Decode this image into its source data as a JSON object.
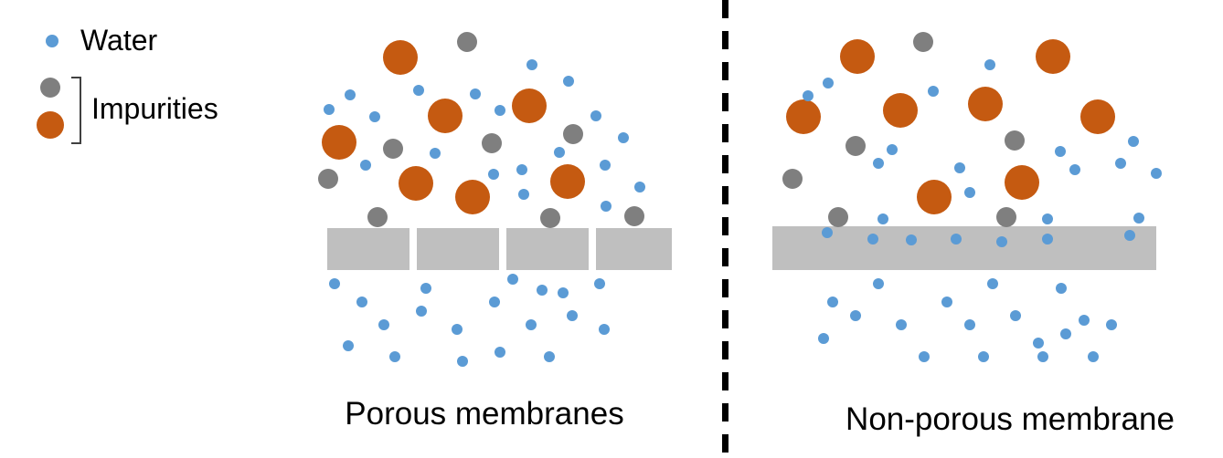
{
  "legend": {
    "water_label": "Water",
    "impurities_label": "Impurities"
  },
  "colors": {
    "water": "#5B9BD5",
    "impurity_small": "#7F7F7F",
    "impurity_large": "#C55A11",
    "membrane": "#BFBFBF",
    "divider": "#000000",
    "text": "#000000"
  },
  "particle_types": {
    "w": {
      "name": "water-particle",
      "color": "#5B9BD5",
      "radius": 6
    },
    "g": {
      "name": "small-impurity-particle",
      "color": "#7F7F7F",
      "radius": 11
    },
    "o": {
      "name": "large-impurity-particle",
      "color": "#C55A11",
      "radius": 19
    }
  },
  "panels": [
    {
      "label": "Porous membranes",
      "membrane": {
        "kind": "porous",
        "name": "porous-membrane-segment",
        "color": "#BFBFBF",
        "rects": [
          [
            358,
            250,
            90,
            46
          ],
          [
            456,
            250,
            90,
            46
          ],
          [
            554,
            250,
            90,
            46
          ],
          [
            652,
            250,
            83,
            46
          ]
        ]
      },
      "particles_above": [
        [
          438,
          63,
          "o"
        ],
        [
          487,
          127,
          "o"
        ],
        [
          579,
          116,
          "o"
        ],
        [
          371,
          156,
          "o"
        ],
        [
          455,
          201,
          "o"
        ],
        [
          517,
          216,
          "o"
        ],
        [
          621,
          199,
          "o"
        ],
        [
          511,
          46,
          "g"
        ],
        [
          430,
          163,
          "g"
        ],
        [
          538,
          157,
          "g"
        ],
        [
          627,
          147,
          "g"
        ],
        [
          359,
          196,
          "g"
        ],
        [
          413,
          238,
          "g"
        ],
        [
          602,
          239,
          "g"
        ],
        [
          694,
          237,
          "g"
        ],
        [
          360,
          120,
          "w"
        ],
        [
          383,
          104,
          "w"
        ],
        [
          410,
          128,
          "w"
        ],
        [
          458,
          99,
          "w"
        ],
        [
          520,
          103,
          "w"
        ],
        [
          547,
          121,
          "w"
        ],
        [
          582,
          71,
          "w"
        ],
        [
          622,
          89,
          "w"
        ],
        [
          652,
          127,
          "w"
        ],
        [
          612,
          167,
          "w"
        ],
        [
          571,
          186,
          "w"
        ],
        [
          573,
          213,
          "w"
        ],
        [
          540,
          191,
          "w"
        ],
        [
          476,
          168,
          "w"
        ],
        [
          400,
          181,
          "w"
        ],
        [
          662,
          181,
          "w"
        ],
        [
          682,
          151,
          "w"
        ],
        [
          663,
          226,
          "w"
        ],
        [
          700,
          205,
          "w"
        ]
      ],
      "particles_below": [
        [
          366,
          311,
          "w"
        ],
        [
          396,
          331,
          "w"
        ],
        [
          381,
          379,
          "w"
        ],
        [
          420,
          356,
          "w"
        ],
        [
          432,
          391,
          "w"
        ],
        [
          461,
          341,
          "w"
        ],
        [
          466,
          316,
          "w"
        ],
        [
          500,
          361,
          "w"
        ],
        [
          506,
          396,
          "w"
        ],
        [
          541,
          331,
          "w"
        ],
        [
          561,
          306,
          "w"
        ],
        [
          581,
          356,
          "w"
        ],
        [
          601,
          391,
          "w"
        ],
        [
          616,
          321,
          "w"
        ],
        [
          626,
          346,
          "w"
        ],
        [
          656,
          311,
          "w"
        ],
        [
          661,
          361,
          "w"
        ],
        [
          547,
          386,
          "w"
        ],
        [
          593,
          318,
          "w"
        ]
      ]
    },
    {
      "label": "Non-porous membrane",
      "membrane": {
        "kind": "non-porous",
        "name": "non-porous-membrane-bar",
        "color": "#BFBFBF",
        "rects": [
          [
            845,
            248,
            420,
            48
          ]
        ]
      },
      "particles_above": [
        [
          938,
          62,
          "o"
        ],
        [
          1152,
          62,
          "o"
        ],
        [
          879,
          128,
          "o"
        ],
        [
          985,
          121,
          "o"
        ],
        [
          1078,
          114,
          "o"
        ],
        [
          1201,
          128,
          "o"
        ],
        [
          1022,
          216,
          "o"
        ],
        [
          1118,
          200,
          "o"
        ],
        [
          1010,
          46,
          "g"
        ],
        [
          936,
          160,
          "g"
        ],
        [
          1110,
          154,
          "g"
        ],
        [
          867,
          196,
          "g"
        ],
        [
          917,
          238,
          "g"
        ],
        [
          1101,
          238,
          "g"
        ],
        [
          884,
          105,
          "w"
        ],
        [
          906,
          91,
          "w"
        ],
        [
          1083,
          71,
          "w"
        ],
        [
          1021,
          100,
          "w"
        ],
        [
          1050,
          184,
          "w"
        ],
        [
          961,
          179,
          "w"
        ],
        [
          976,
          164,
          "w"
        ],
        [
          1160,
          166,
          "w"
        ],
        [
          1176,
          186,
          "w"
        ],
        [
          1226,
          179,
          "w"
        ],
        [
          1061,
          211,
          "w"
        ],
        [
          1146,
          240,
          "w"
        ],
        [
          1246,
          239,
          "w"
        ],
        [
          966,
          240,
          "w"
        ],
        [
          1240,
          155,
          "w"
        ],
        [
          1265,
          190,
          "w"
        ],
        [
          905,
          255,
          "w"
        ],
        [
          955,
          262,
          "w"
        ],
        [
          997,
          263,
          "w"
        ],
        [
          1046,
          262,
          "w"
        ],
        [
          1096,
          265,
          "w"
        ],
        [
          1146,
          262,
          "w"
        ],
        [
          1236,
          258,
          "w"
        ]
      ],
      "particles_below": [
        [
          901,
          371,
          "w"
        ],
        [
          911,
          331,
          "w"
        ],
        [
          936,
          346,
          "w"
        ],
        [
          961,
          311,
          "w"
        ],
        [
          986,
          356,
          "w"
        ],
        [
          1011,
          391,
          "w"
        ],
        [
          1036,
          331,
          "w"
        ],
        [
          1061,
          356,
          "w"
        ],
        [
          1086,
          311,
          "w"
        ],
        [
          1111,
          346,
          "w"
        ],
        [
          1136,
          376,
          "w"
        ],
        [
          1161,
          316,
          "w"
        ],
        [
          1186,
          351,
          "w"
        ],
        [
          1141,
          391,
          "w"
        ],
        [
          1196,
          391,
          "w"
        ],
        [
          1076,
          391,
          "w"
        ],
        [
          1216,
          356,
          "w"
        ],
        [
          1166,
          366,
          "w"
        ]
      ]
    }
  ]
}
